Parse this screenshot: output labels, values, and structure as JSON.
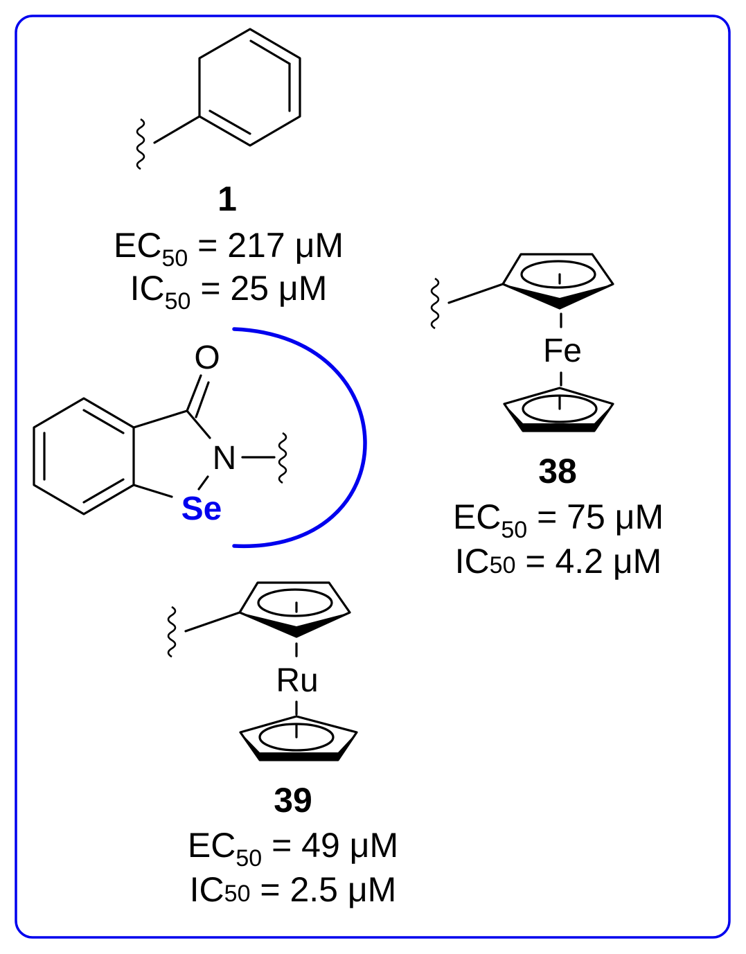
{
  "border_color": "#0000ee",
  "arc_color": "#0000ee",
  "selenium_color": "#0000ee",
  "atoms": {
    "oxygen": "O",
    "nitrogen": "N",
    "selenium": "Se",
    "iron": "Fe",
    "ruthenium": "Ru"
  },
  "compounds": [
    {
      "id": "1",
      "ec_prefix": "EC",
      "ec_sub": "50",
      "ec_value": " = 217 μM",
      "ic_prefix": "IC",
      "ic_sub": "50",
      "ic_value": " = 25 μM"
    },
    {
      "id": "38",
      "ec_prefix": "EC",
      "ec_sub": "50",
      "ec_value": " = 75 μM",
      "ic_prefix": "IC",
      "ic_sub": "50",
      "ic_value": " = 4.2 μM"
    },
    {
      "id": "39",
      "ec_prefix": "EC",
      "ec_sub": "50",
      "ec_value": " = 49 μM",
      "ic_prefix": "IC",
      "ic_sub": "50",
      "ic_value": " = 2.5 μM"
    }
  ]
}
